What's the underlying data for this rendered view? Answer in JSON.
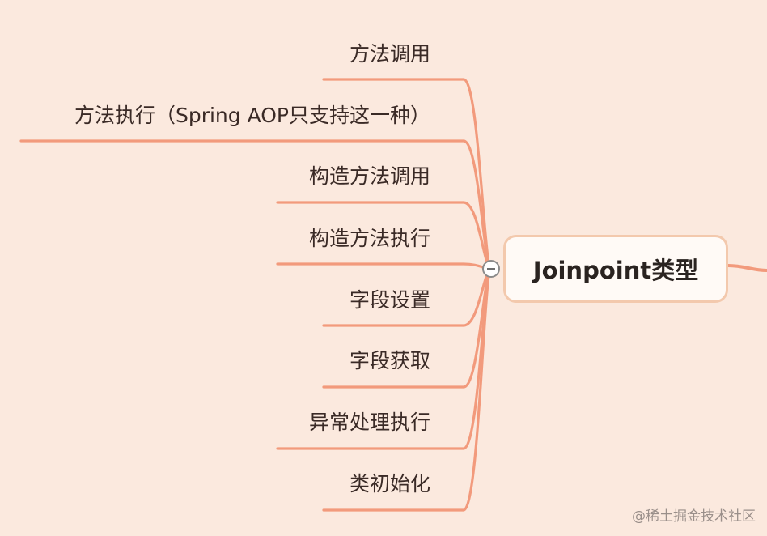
{
  "center": {
    "label": "Joinpoint类型"
  },
  "branches": [
    "方法调用",
    "方法执行（Spring AOP只支持这一种）",
    "构造方法调用",
    "构造方法执行",
    "字段设置",
    "字段获取",
    "异常处理执行",
    "类初始化"
  ],
  "colors": {
    "background": "#fbe9de",
    "connector": "#f29a7c",
    "node_border": "#f3c9ad",
    "node_fill": "#fffaf6",
    "text": "#3a2a26"
  },
  "toggle_icon": "collapse-minus-icon",
  "watermark": "@稀土掘金技术社区"
}
